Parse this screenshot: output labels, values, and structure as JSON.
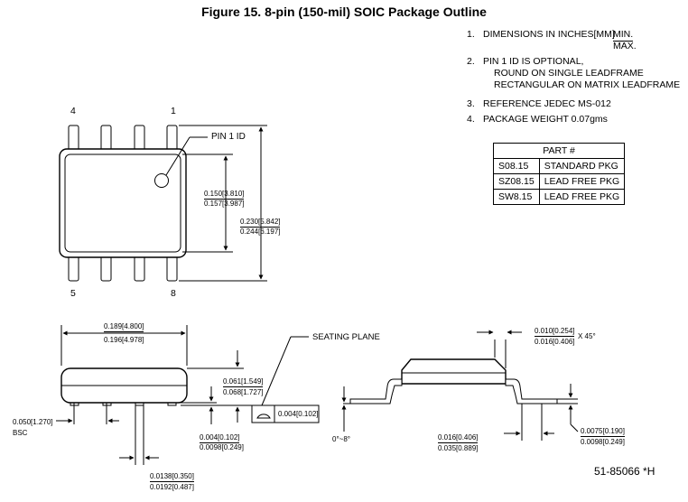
{
  "figure": {
    "title": "Figure 15.  8-pin (150-mil) SOIC Package Outline"
  },
  "notes": {
    "n1": {
      "num": "1.",
      "line1": "DIMENSIONS IN INCHES[MM]",
      "min": "MIN.",
      "max": "MAX."
    },
    "n2": {
      "num": "2.",
      "line1": "PIN 1 ID IS OPTIONAL,",
      "line2": "ROUND ON SINGLE LEADFRAME",
      "line3": "RECTANGULAR ON MATRIX LEADFRAME"
    },
    "n3": {
      "num": "3.",
      "text": "REFERENCE JEDEC MS-012"
    },
    "n4": {
      "num": "4.",
      "text": "PACKAGE WEIGHT 0.07gms"
    }
  },
  "part_table": {
    "header": "PART #",
    "rows": [
      {
        "code": "S08.15",
        "desc": "STANDARD PKG"
      },
      {
        "code": "SZ08.15",
        "desc": "LEAD FREE PKG"
      },
      {
        "code": "SW8.15",
        "desc": "LEAD FREE PKG"
      }
    ]
  },
  "top_view": {
    "pin_labels": {
      "p4": "4",
      "p1": "1",
      "p5": "5",
      "p8": "8"
    },
    "pin1_id_label": "PIN 1 ID",
    "body_width": {
      "min": "0.150[3.810]",
      "max": "0.157[3.987]"
    },
    "overall_width": {
      "min": "0.230[5.842]",
      "max": "0.244[6.197]"
    }
  },
  "side_view": {
    "length": {
      "min": "0.189[4.800]",
      "max": "0.196[4.978]"
    },
    "height": {
      "min": "0.061[1.549]",
      "max": "0.068[1.727]"
    },
    "pitch": {
      "value": "0.050[1.270]",
      "note": "BSC"
    },
    "standoff": {
      "min": "0.004[0.102]",
      "max": "0.0098[0.249]"
    },
    "lead_width": {
      "min": "0.0138[0.350]",
      "max": "0.0192[0.487]"
    },
    "seating_plane_label": "SEATING PLANE",
    "coplanarity": "0.004[0.102]"
  },
  "end_view": {
    "chamfer": {
      "min": "0.010[0.254]",
      "max": "0.016[0.406]",
      "angle": "X 45°"
    },
    "foot_angle": "0°~8°",
    "foot_length": {
      "min": "0.016[0.406]",
      "max": "0.035[0.889]"
    },
    "lead_thickness": {
      "min": "0.0075[0.190]",
      "max": "0.0098[0.249]"
    }
  },
  "doc_number": "51-85066 *H"
}
